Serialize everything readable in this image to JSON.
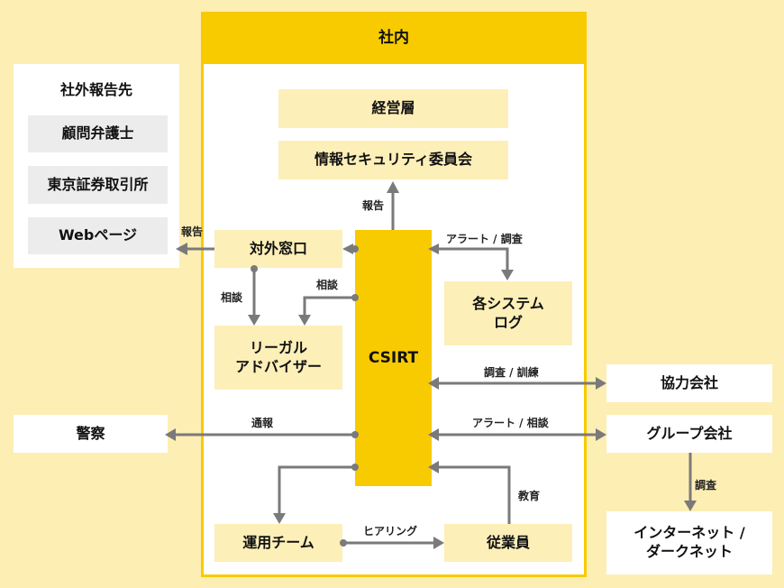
{
  "internal": {
    "title": "社内",
    "management": "経営層",
    "committee": "情報セキュリティ委員会",
    "external_contact": "対外窓口",
    "legal_advisor_1": "リーガル",
    "legal_advisor_2": "アドバイザー",
    "csirt": "CSIRT",
    "system_logs_1": "各システム",
    "system_logs_2": "ログ",
    "ops_team": "運用チーム",
    "employees": "従業員"
  },
  "external_reports": {
    "title": "社外報告先",
    "items": [
      "顧問弁護士",
      "東京証券取引所",
      "Webページ"
    ]
  },
  "external": {
    "police": "警察",
    "partners": "協力会社",
    "group": "グループ会社",
    "darknet_1": "インターネット /",
    "darknet_2": "ダークネット"
  },
  "edges": {
    "report_up": "報告",
    "report_out": "報告",
    "alert_investigate": "アラート / 調査",
    "consult_a": "相談",
    "consult_b": "相談",
    "investigate_training": "調査 / 訓練",
    "notify": "通報",
    "alert_consult": "アラート / 相談",
    "investigate": "調査",
    "education": "教育",
    "hearing": "ヒアリング"
  },
  "colors": {
    "accent": "#f8cb00",
    "background": "#fdeeb4",
    "arrow": "#7a7a7a"
  }
}
